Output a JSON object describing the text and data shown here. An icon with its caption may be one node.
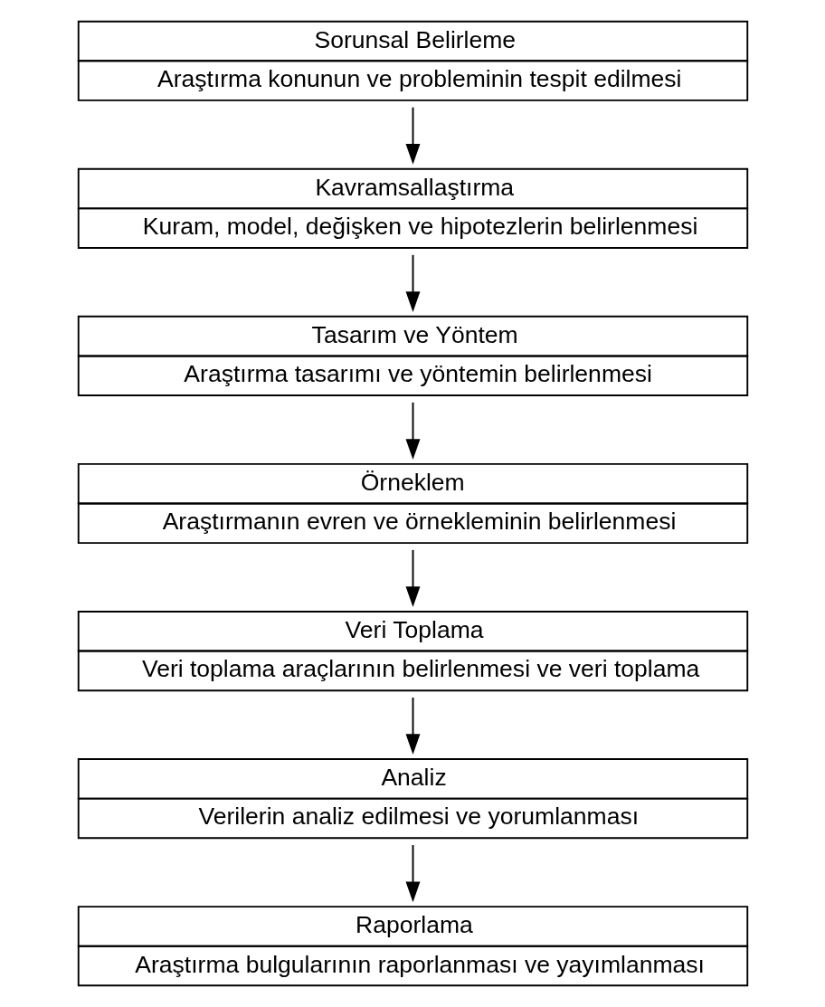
{
  "diagram": {
    "nodes": [
      {
        "text": [
          "Sorunsal Belirleme",
          "Araştırma konunun ve probleminin tespit edilmesi"
        ]
      },
      {
        "text": [
          "Kavramsallaştırma",
          "Kuram, model, değişken ve hipotezlerin belirlenmesi"
        ]
      },
      {
        "text": [
          "Tasarım ve Yöntem",
          "Araştırma tasarımı ve yöntemin belirlenmesi"
        ]
      },
      {
        "text": [
          "Örneklem",
          "Araştırmanın evren ve örnekleminin belirlenmesi"
        ]
      },
      {
        "text": [
          "Veri Toplama",
          "Veri toplama araçlarının belirlenmesi ve veri toplama"
        ]
      },
      {
        "text": [
          "Analiz",
          "Verilerin analiz edilmesi ve yorumlanması"
        ]
      },
      {
        "text": [
          "Raporlama",
          "Araştırma bulgularının raporlanması ve yayımlanması"
        ]
      }
    ],
    "edges": [
      {
        "from": 0,
        "to": 1,
        "arrow": "to"
      },
      {
        "from": 1,
        "to": 2,
        "arrow": "to"
      },
      {
        "from": 2,
        "to": 3,
        "arrow": "to"
      },
      {
        "from": 3,
        "to": 4,
        "arrow": "to"
      },
      {
        "from": 4,
        "to": 5,
        "arrow": "to"
      },
      {
        "from": 5,
        "to": 6,
        "arrow": "to"
      }
    ]
  }
}
